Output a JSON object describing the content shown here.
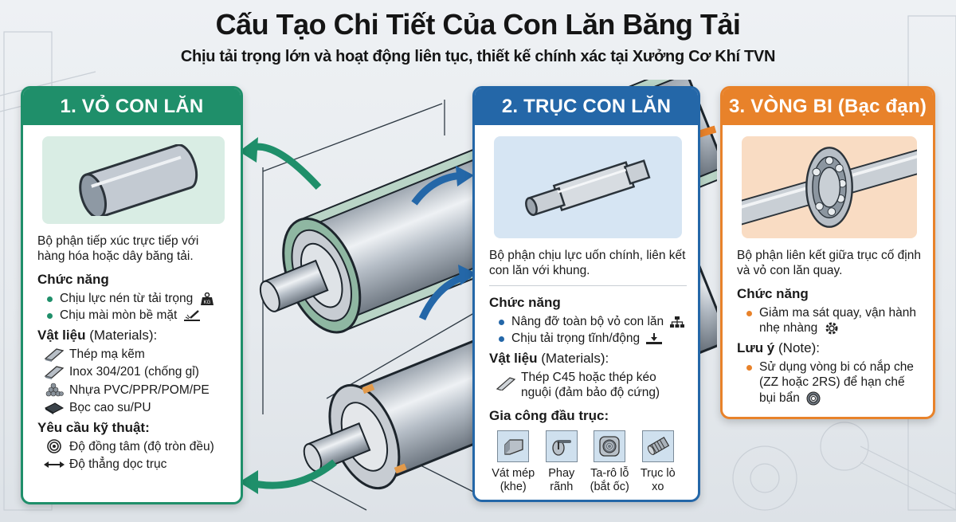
{
  "header": {
    "title": "Cấu Tạo Chi Tiết Của Con Lăn Băng Tải",
    "subtitle": "Chịu tải trọng lớn và hoạt động liên tục, thiết kế chính xác tại Xưởng Cơ Khí TVN"
  },
  "colors": {
    "green": "#1f8f6a",
    "blue": "#2467a8",
    "orange": "#e8822a"
  },
  "cards": [
    {
      "title": "1. VỎ CON LĂN",
      "image_icon": "roller-shell-icon",
      "description": "Bộ phận tiếp xúc trực tiếp với hàng hóa hoặc dây băng tải.",
      "function_heading": "Chức năng",
      "functions": [
        {
          "text": "Chịu lực nén từ tải trọng",
          "icon": "kg-weight-icon"
        },
        {
          "text": "Chịu mài mòn bề mặt",
          "icon": "surface-wear-icon"
        }
      ],
      "materials_heading": "Vật liệu",
      "materials_heading_note": "(Materials):",
      "materials": [
        {
          "text": "Thép mạ kẽm",
          "icon": "steel-beam-icon"
        },
        {
          "text": "Inox 304/201 (chống gỉ)",
          "icon": "steel-beam-icon"
        },
        {
          "text": "Nhựa PVC/PPR/POM/PE",
          "icon": "plastic-pellets-icon"
        },
        {
          "text": "Bọc cao su/PU",
          "icon": "rubber-sheet-icon"
        }
      ],
      "requirements_heading": "Yêu cầu kỹ thuật:",
      "requirements": [
        {
          "text": "Độ đồng tâm (độ tròn đều)",
          "icon": "concentric-circles-icon"
        },
        {
          "text": "Độ thẳng dọc trục",
          "icon": "double-arrow-icon"
        }
      ]
    },
    {
      "title": "2. TRỤC CON LĂN",
      "image_icon": "roller-shaft-icon",
      "description": "Bộ phận chịu lực uốn chính, liên kết con lăn với khung.",
      "function_heading": "Chức năng",
      "functions": [
        {
          "text": "Nâng đỡ toàn bộ vỏ con lăn",
          "icon": "hierarchy-icon"
        },
        {
          "text": "Chịu tải trọng tĩnh/động",
          "icon": "load-down-icon"
        }
      ],
      "materials_heading": "Vật liệu",
      "materials_heading_note": "(Materials):",
      "materials": [
        {
          "text": "Thép C45 hoặc thép kéo nguội (đảm bảo độ cứng)",
          "icon": "steel-bar-icon"
        }
      ],
      "processing_heading": "Gia công đầu trục:",
      "processing": [
        {
          "label": "Vát mép (khe)",
          "icon": "chamfer-icon"
        },
        {
          "label": "Phay rãnh",
          "icon": "slot-milling-icon"
        },
        {
          "label": "Ta-rô lỗ (bắt ốc)",
          "icon": "tapped-hole-icon"
        },
        {
          "label": "Trục lò xo",
          "icon": "spring-shaft-icon"
        }
      ]
    },
    {
      "title": "3. VÒNG BI (Bạc đạn)",
      "image_icon": "ball-bearing-icon",
      "description": "Bộ phận liên kết giữa trục cố định và vỏ con lăn quay.",
      "function_heading": "Chức năng",
      "functions": [
        {
          "text": "Giảm ma sát quay, vận hành nhẹ nhàng",
          "icon": "rotating-gear-icon"
        }
      ],
      "note_heading": "Lưu ý",
      "note_heading_note": "(Note):",
      "notes": [
        {
          "text": "Sử dụng vòng bi có nắp che (ZZ hoặc 2RS) để hạn chế bụi bẩn",
          "icon": "sealed-bearing-icon"
        }
      ]
    }
  ]
}
